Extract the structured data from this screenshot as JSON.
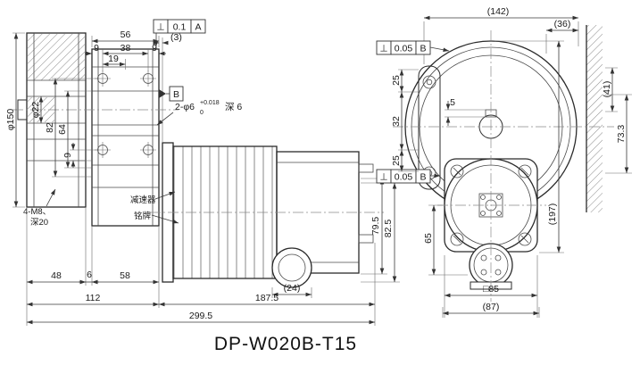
{
  "title": "DP-W020B-T15",
  "frames": {
    "a": {
      "sym": "⊥",
      "val": "0.1",
      "datum": "A"
    },
    "b1": {
      "sym": "⊥",
      "val": "0.05",
      "datum": "B"
    },
    "b2": {
      "sym": "⊥",
      "val": "0.05",
      "datum": "B"
    },
    "datum_b": "B"
  },
  "side": {
    "top": {
      "w56": "56",
      "w38": "38",
      "w19": "19",
      "m9l": "9",
      "m9r": "9",
      "g3": "(3)"
    },
    "left": {
      "dia150": "φ150",
      "dia22": "φ22",
      "h82": "82",
      "h64": "64",
      "h9": "9"
    },
    "note": {
      "base": "2-φ6",
      "sup": "+0.018",
      "sub": "0",
      "depth": "深 6"
    },
    "labels": {
      "m8a": "4-M8、",
      "m8b": "深20",
      "reducer": "减速器",
      "nameplate": "铭牌"
    },
    "bottom": {
      "w48": "48",
      "w6": "6",
      "w58": "58",
      "w112": "112",
      "w1875": "187.5",
      "w2995": "299.5",
      "w24": "(24)"
    },
    "right": {
      "h795": "79.5",
      "h825": "82.5"
    }
  },
  "front": {
    "top": {
      "w142": "(142)",
      "w36": "(36)"
    },
    "right": {
      "h41": "(41)",
      "h733": "73.3",
      "h197": "(197)"
    },
    "left": {
      "h25t": "25",
      "h32": "32",
      "h25b": "25",
      "k5": "5",
      "h65": "65"
    },
    "bottom": {
      "sq85": "□85",
      "w87": "(87)"
    }
  }
}
